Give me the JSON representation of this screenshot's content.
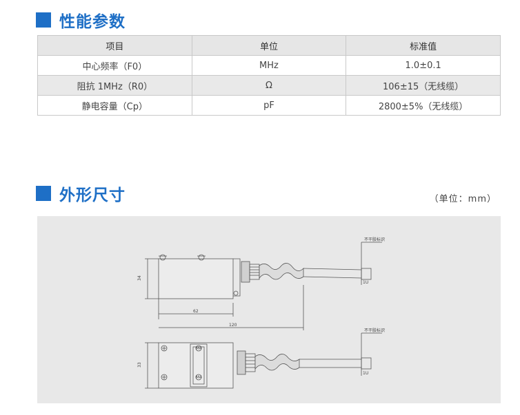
{
  "sections": {
    "performance": {
      "title": "性能参数"
    },
    "dimensions": {
      "title": "外形尺寸",
      "unit_note": "（单位：mm）"
    }
  },
  "spec_table": {
    "headers": [
      "项目",
      "单位",
      "标准值"
    ],
    "rows": [
      {
        "item": "中心频率（F0）",
        "unit": "MHz",
        "value": "1.0±0.1"
      },
      {
        "item": "阻抗 1MHz（R0）",
        "unit": "Ω",
        "value": "106±15（无线缆）"
      },
      {
        "item": "静电容量（Cp）",
        "unit": "pF",
        "value": "2800±5%（无线缆）"
      }
    ]
  },
  "drawing": {
    "top_view": {
      "height_label": "34",
      "width_label": "62",
      "total_label": "120",
      "tag_label": "不干胶标识",
      "tag_code": "1U"
    },
    "bottom_view": {
      "height_label": "33",
      "tag_label": "不干胶标识",
      "tag_code": "1U",
      "screw_labels": [
        "M4",
        "M4"
      ]
    }
  },
  "colors": {
    "accent": "#1e6fc6",
    "table_header_bg": "#e6e6e6",
    "table_shade_bg": "#e9e9e9",
    "panel_bg": "#e8e8e8"
  }
}
